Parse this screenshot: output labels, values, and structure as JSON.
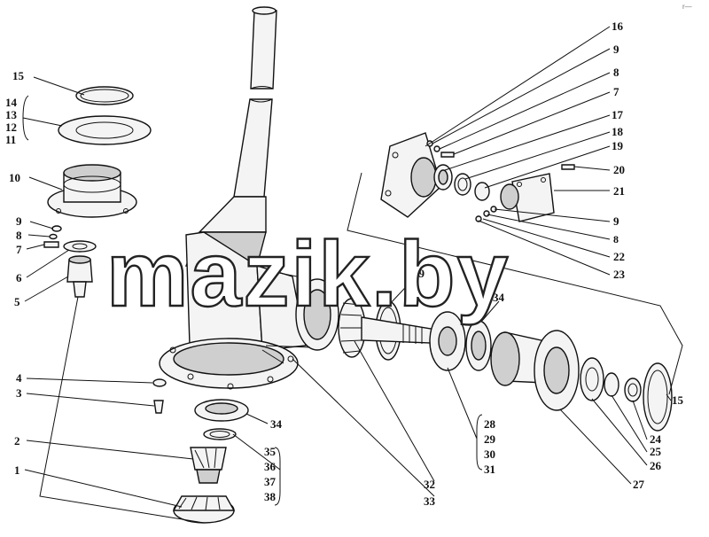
{
  "watermark": "mazik.by",
  "corner_mark": "r—",
  "labels": {
    "l1": "1",
    "l2": "2",
    "l3": "3",
    "l4": "4",
    "l5": "5",
    "l6": "6",
    "l7a": "7",
    "l8a": "8",
    "l9a": "9",
    "l10": "10",
    "l11": "11",
    "l12": "12",
    "l13": "13",
    "l14": "14",
    "l15a": "15",
    "l16": "16",
    "l9b": "9",
    "l8b": "8",
    "l7b": "7",
    "l17": "17",
    "l18": "18",
    "l19": "19",
    "l20": "20",
    "l21": "21",
    "l9c": "9",
    "l8c": "8",
    "l22": "22",
    "l23": "23",
    "l39": "39",
    "l34a": "34",
    "l34b": "34",
    "l28": "28",
    "l29": "29",
    "l30": "30",
    "l31": "31",
    "l32": "32",
    "l33": "33",
    "l35": "35",
    "l36": "36",
    "l37": "37",
    "l38": "38",
    "l15b": "15",
    "l24": "24",
    "l25": "25",
    "l26": "26",
    "l27": "27"
  }
}
